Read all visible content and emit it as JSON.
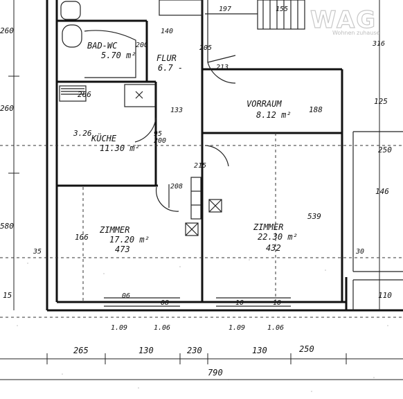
{
  "plan": {
    "rooms": [
      {
        "id": "bad",
        "name": "BAD-WC",
        "area": "5.70 m²"
      },
      {
        "id": "flur",
        "name": "FLUR",
        "area": "6.7 -"
      },
      {
        "id": "vorraum",
        "name": "VORRAUM",
        "area": "8.12 m²"
      },
      {
        "id": "kueche",
        "name": "KÜCHE",
        "area": "11.30 m²"
      },
      {
        "id": "zimmer1",
        "name": "ZIMMER",
        "area": "17.20 m²",
        "extra": "473"
      },
      {
        "id": "zimmer2",
        "name": "ZIMMER",
        "area": "22.30 m²",
        "extra": "432"
      }
    ],
    "dimensions": {
      "top": [
        "140",
        "197",
        "155",
        "133",
        "316"
      ],
      "interior": [
        "200",
        "205",
        "213",
        "95",
        "200",
        "215",
        "208",
        "35",
        "30"
      ],
      "vertical": [
        "188",
        "3.26",
        "266",
        "539",
        "125",
        "146",
        "166",
        "110",
        "250"
      ],
      "left": [
        "260",
        "260",
        "580",
        "15"
      ],
      "bottom": [
        "265",
        "130",
        "230",
        "130",
        "250"
      ],
      "total": "790",
      "windows": [
        "1.09",
        "1.06",
        "1.09",
        "1.06"
      ],
      "sills": [
        "06",
        "08",
        "10",
        "10"
      ]
    },
    "logo": {
      "brand": "WAG",
      "tagline": "Wohnen zuhause"
    }
  },
  "colors": {
    "ink": "#111111",
    "paper": "#ffffff",
    "logo_outline": "#c8c8c8"
  }
}
